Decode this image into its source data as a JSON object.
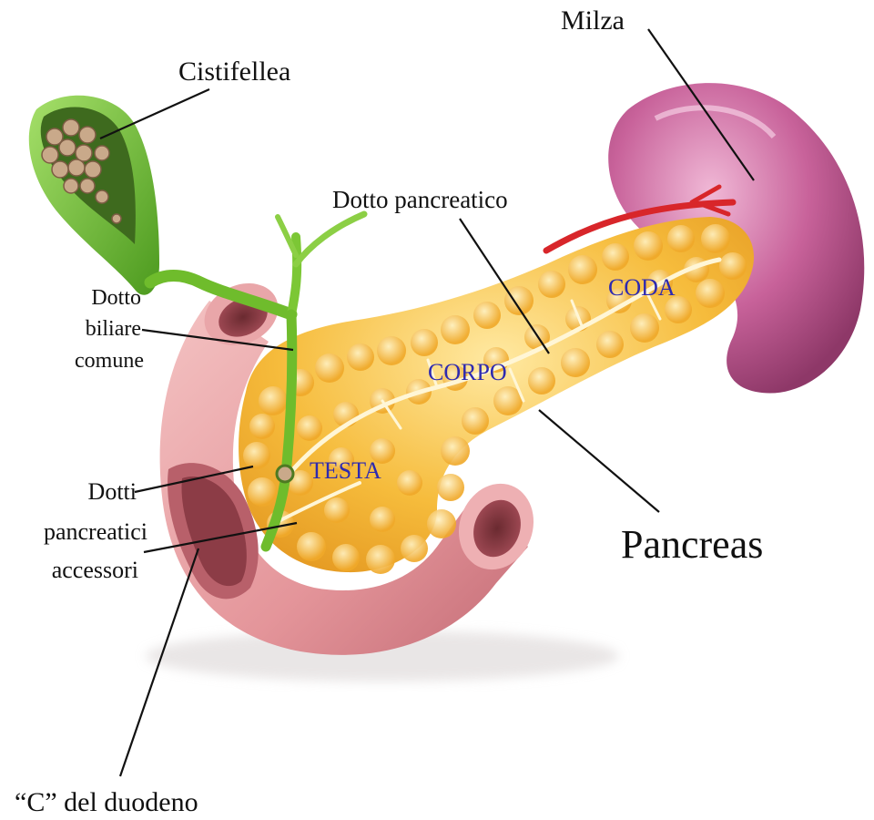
{
  "labels": {
    "milza": "Milza",
    "cistifellea": "Cistifellea",
    "dotto_pancreatico": "Dotto pancreatico",
    "dotto_biliare_comune": [
      "Dotto",
      "biliare",
      "comune"
    ],
    "dotti_pancreatici_accessori": [
      "Dotti",
      "pancreatici",
      "accessori"
    ],
    "duodeno": "“C” del duodeno",
    "pancreas": "Pancreas"
  },
  "regions": {
    "testa": "TESTA",
    "corpo": "CORPO",
    "coda": "CODA"
  },
  "colors": {
    "pancreas": "#f2b234",
    "pancreas_highlight": "#fde7a0",
    "duodenum": "#e59a9c",
    "duodenum_dark": "#b85a63",
    "spleen": "#c05a8e",
    "spleen_light": "#e09ac0",
    "gallbladder": "#6cbf2e",
    "bile_duct": "#78c235",
    "artery": "#d8262a",
    "region_label": "#2e2ab0"
  }
}
